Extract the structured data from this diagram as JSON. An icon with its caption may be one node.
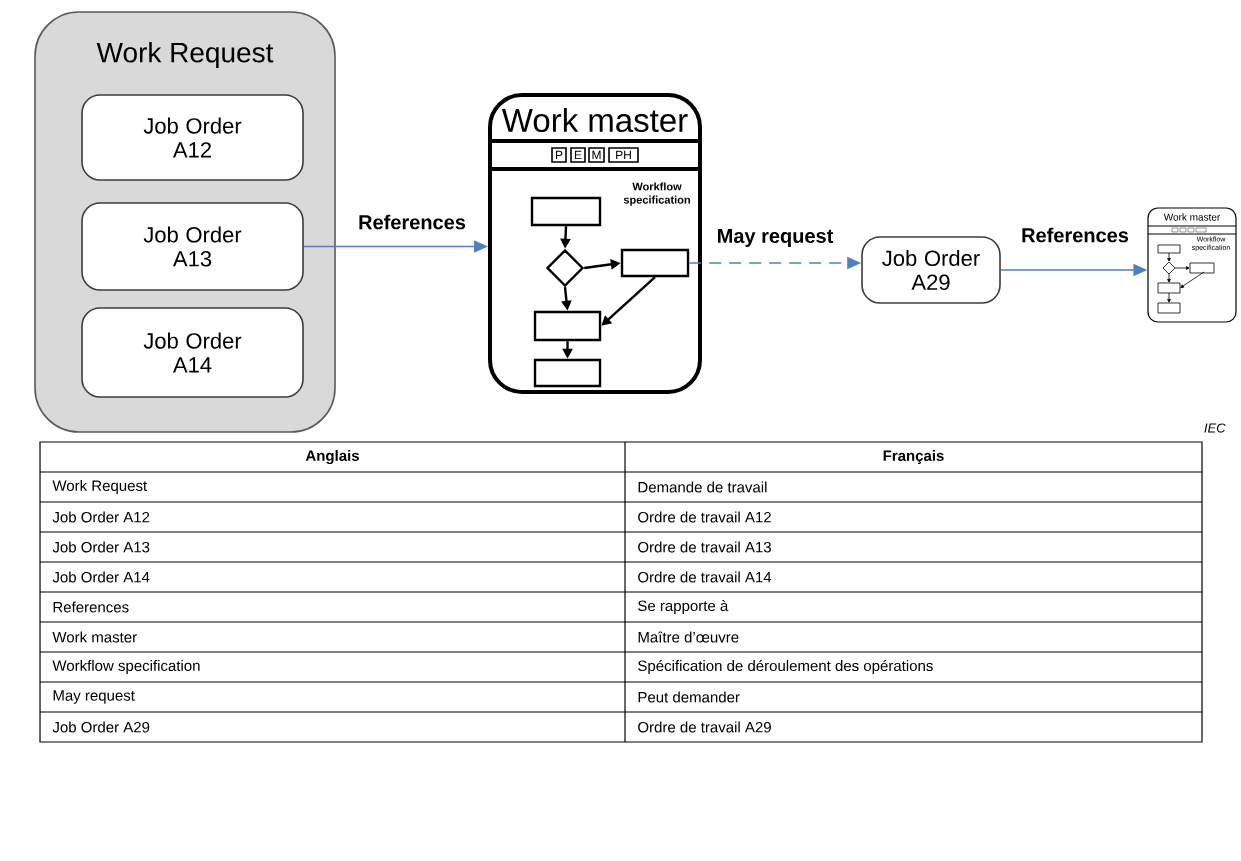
{
  "diagram": {
    "nodes": [
      {
        "text": [
          "Work Request"
        ]
      },
      {
        "text": [
          "Job Order A12"
        ],
        "in": 0
      },
      {
        "text": [
          "Job Order A13"
        ],
        "in": 0
      },
      {
        "text": [
          "Job Order A14"
        ],
        "in": 0
      },
      {
        "text": [
          "Work master",
          "Workflow specification"
        ]
      },
      {
        "text": [
          "P"
        ],
        "in": 4
      },
      {
        "text": [
          "E"
        ],
        "in": 4
      },
      {
        "text": [
          "M"
        ],
        "in": 4
      },
      {
        "text": [
          "PH"
        ],
        "in": 4
      },
      {
        "text": [],
        "shape": "box",
        "in": 4
      },
      {
        "text": [],
        "shape": "diamond",
        "in": 4
      },
      {
        "text": [],
        "shape": "box",
        "in": 4
      },
      {
        "text": [],
        "shape": "box",
        "in": 4
      },
      {
        "text": [],
        "shape": "box",
        "in": 4
      },
      {
        "text": [
          "Job Order A29"
        ]
      },
      {
        "text": [
          "Work master",
          "Workflow specification"
        ]
      }
    ],
    "edges": [
      {
        "from": 2,
        "to": 4,
        "arrow": "to",
        "label": "References",
        "color": "#4f7fbd"
      },
      {
        "from": 9,
        "to": 10,
        "arrow": "to"
      },
      {
        "from": 10,
        "to": 11,
        "arrow": "to"
      },
      {
        "from": 10,
        "to": 12,
        "arrow": "to"
      },
      {
        "from": 11,
        "to": 12,
        "arrow": "to"
      },
      {
        "from": 12,
        "to": 13,
        "arrow": "to"
      },
      {
        "from": 11,
        "to": 14,
        "arrow": "to",
        "label": "May request",
        "style": "dashed",
        "color": "#4f7fbd"
      },
      {
        "from": 14,
        "to": 15,
        "arrow": "to",
        "label": "References",
        "color": "#4f7fbd"
      }
    ],
    "labels": [
      "IEC",
      "Anglais",
      "Français",
      "Work Request",
      "Demande de travail",
      "Job Order A12",
      "Ordre de travail A12",
      "Job Order A13",
      "Ordre de travail A13",
      "Job Order A14",
      "Ordre de travail A14",
      "References",
      "Se rapporte à",
      "Work master",
      "Maître d’œuvre",
      "Workflow specification",
      "Spécification de déroulement des opérations",
      "May request",
      "Peut demander",
      "Job Order A29",
      "Ordre de travail A29"
    ]
  }
}
